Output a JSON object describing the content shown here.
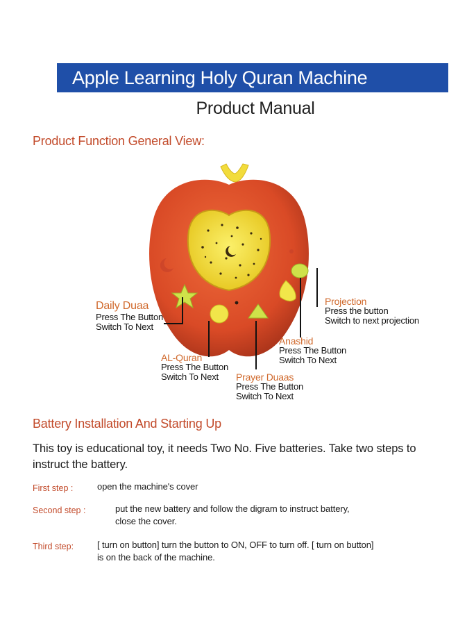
{
  "header": {
    "title": "Apple Learning Holy Quran Machine",
    "subtitle": "Product Manual"
  },
  "section_overview": {
    "heading": "Product Function General View:"
  },
  "callouts": {
    "daily_duaa": {
      "title": "Daily Duaa",
      "line1": "Press The Button",
      "line2": "Switch To Next"
    },
    "al_quran": {
      "title": "AL-Quran",
      "line1": "Press The Button",
      "line2": "Switch To Next"
    },
    "prayer_duaas": {
      "title": "Prayer Duaas",
      "line1": "Press The Button",
      "line2": "Switch To Next"
    },
    "anashid": {
      "title": "Anashid",
      "line1": "Press The Button",
      "line2": "Switch To Next"
    },
    "projection": {
      "title": "Projection",
      "line1": "Press the button",
      "line2": "Switch to next projection"
    }
  },
  "section_battery": {
    "heading": "Battery Installation And Starting Up",
    "intro_line1": "This toy is educational toy, it needs Two  No. Five  batteries. Take two steps to",
    "intro_line2": "instruct the battery."
  },
  "steps": [
    {
      "label": "First step :",
      "line1": "open the machine's  cover",
      "line2": ""
    },
    {
      "label": "Second step :",
      "line1": "put the new battery and follow the digram to instruct battery,",
      "line2": "close the cover."
    },
    {
      "label": "Third step:",
      "line1": "[ turn on button] turn the button to ON, OFF to turn off. [ turn on button]",
      "line2": "is on the back of the machine."
    }
  ],
  "colors": {
    "banner": "#1f4fa8",
    "accent_text": "#c24a2a",
    "callout_title": "#d0692c",
    "apple_body": "#d94a26",
    "apple_screen": "#f4e13a",
    "buttons": "#e8e04a"
  }
}
